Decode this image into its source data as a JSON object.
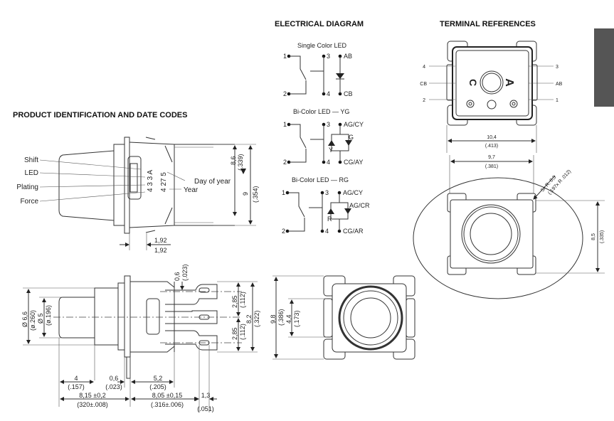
{
  "colors": {
    "tab": "#555555",
    "line": "#333333"
  },
  "headings": {
    "electrical": "ELECTRICAL DIAGRAM",
    "terminal": "TERMINAL REFERENCES",
    "product_id": "PRODUCT IDENTIFICATION AND DATE CODES"
  },
  "product_id": {
    "labels": {
      "shift": "Shift",
      "led": "LED",
      "plating": "Plating",
      "force": "Force",
      "day_of_year": "Day of year",
      "year": "Year"
    },
    "code_line1": "4 3 3 A",
    "code_line2": "4 27 5",
    "dims": {
      "h1": "8,6",
      "h1_in": "(.339)",
      "h2": "9",
      "h2_in": "(.354)",
      "w1": "1,92",
      "w2": "1,92"
    }
  },
  "electrical": [
    {
      "title": "Single Color LED",
      "pins": {
        "p1": "1",
        "p2": "2",
        "p3": "3",
        "p4": "4"
      },
      "anode": "AB",
      "cathode": "CB"
    },
    {
      "title": "Bi-Color LED — YG",
      "pins": {
        "p1": "1",
        "p2": "2",
        "p3": "3",
        "p4": "4"
      },
      "anode": "AG/CY",
      "cathode": "CG/AY",
      "led_left": "Y",
      "led_right": "G"
    },
    {
      "title": "Bi-Color LED — RG",
      "pins": {
        "p1": "1",
        "p2": "2",
        "p3": "3",
        "p4": "4"
      },
      "anode": "AG/CY",
      "cathode": "CG/AR",
      "led_left": "R",
      "led_right": "AG/CR"
    }
  ],
  "terminal": {
    "left_labels": [
      "4",
      "CB",
      "2"
    ],
    "right_labels": [
      "3",
      "AB",
      "1"
    ],
    "marks": {
      "c": "C",
      "a": "A"
    },
    "dims": {
      "w_outer": "10,4",
      "w_outer_in": "(.413)",
      "w_inner": "9,7",
      "w_inner_in": "(.381)",
      "h": "8,5",
      "h_in": "(.335)",
      "radius": "5x R. 0,3",
      "radius_in": "(.197x R .012)"
    }
  },
  "side_view": {
    "dims": {
      "d_outer": "Ø 6,6",
      "d_outer_in": "(ø.260)",
      "d_inner": "Ø 5",
      "d_inner_in": "(ø.196)",
      "tab_t": "0,6",
      "tab_t_in": "(.023)",
      "pitch1": "2,85",
      "pitch1_in": "(.112)",
      "pitch2": "2,85",
      "pitch2_in": "(.112)",
      "h": "8,2",
      "h_in": "(.322)",
      "cap": "4",
      "cap_in": "(.157)",
      "flange": "0,6",
      "flange_in": "(.023)",
      "body": "5,2",
      "body_in": "(.205)",
      "front": "8,15 ±0,2",
      "front_in": "(320±.008)",
      "rear": "8,05 ±0,15",
      "rear_in": "(.316±.006)",
      "pin": "1,3",
      "pin_in": "(.051)"
    }
  },
  "front_view": {
    "dims": {
      "h": "9,8",
      "h_in": "(.386)",
      "w": "4,4",
      "w_in": "(.173)"
    }
  }
}
